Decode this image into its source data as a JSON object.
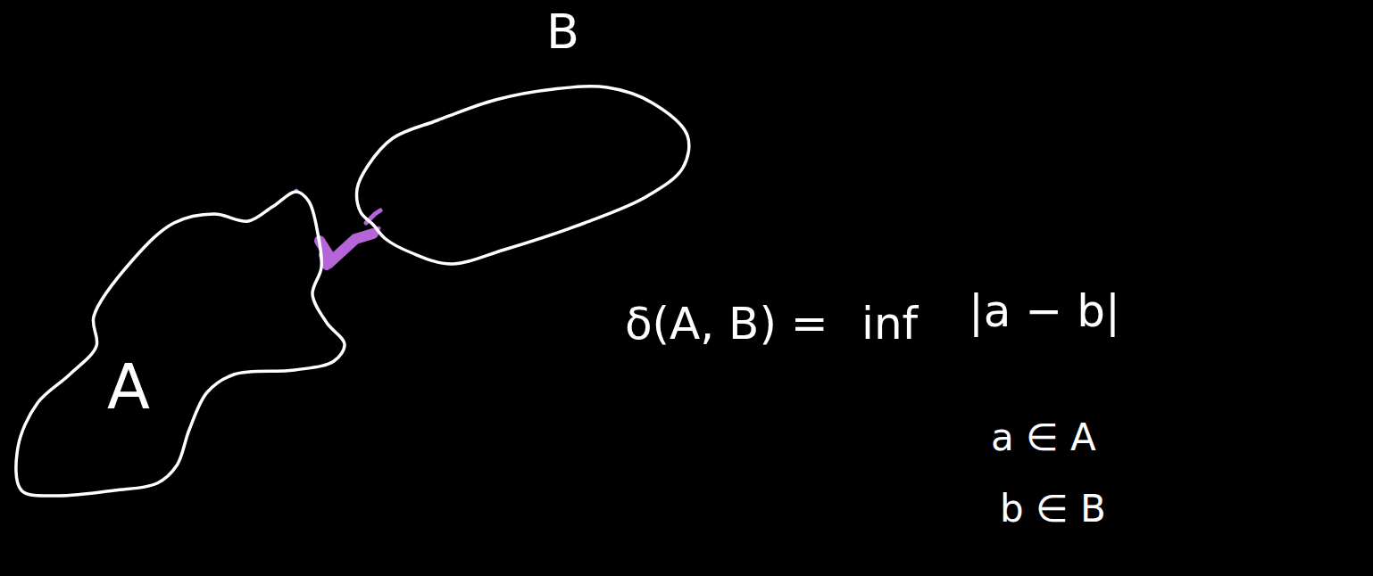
{
  "diagram": {
    "nodes": [
      {
        "text": [
          "B"
        ]
      },
      {
        "text": [
          "A"
        ]
      }
    ],
    "labels": [
      "δ(A, B) =",
      "inf",
      "|a − b|",
      "a ∈ A",
      "b ∈ B"
    ]
  }
}
